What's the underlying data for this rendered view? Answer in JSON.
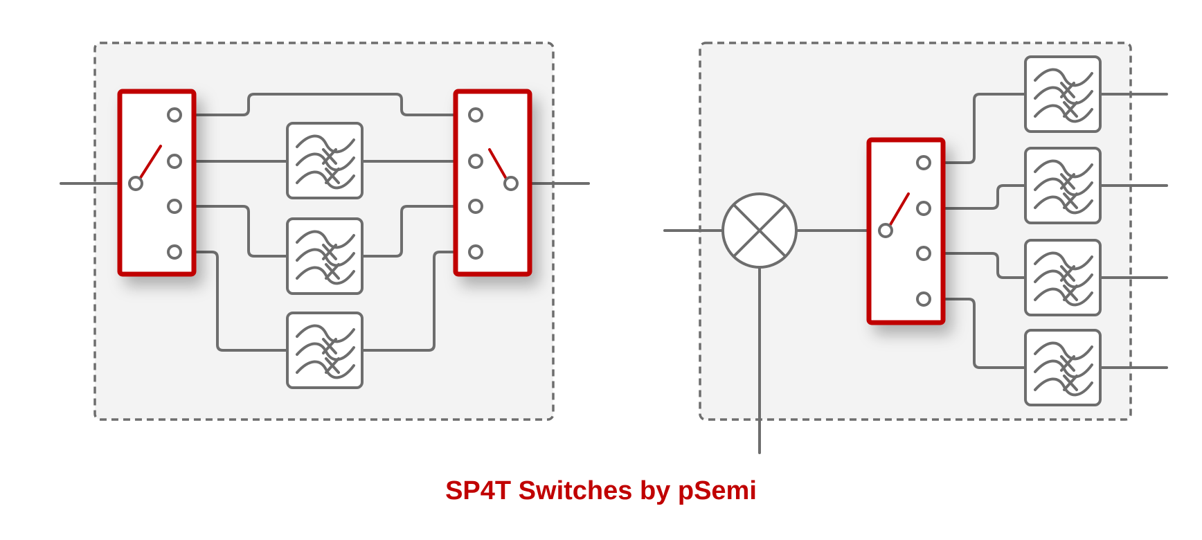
{
  "caption": "SP4T Switches by pSemi",
  "colors": {
    "accent": "#c00000",
    "line": "#6d6d6d",
    "panel": "#f3f3f3"
  },
  "diagrams": [
    {
      "name": "filter-bank",
      "components": [
        "sp4t-switch-input",
        "bandpass-filter-1",
        "bandpass-filter-2",
        "bandpass-filter-3",
        "sp4t-switch-output"
      ]
    },
    {
      "name": "mixer-filter-selection",
      "components": [
        "mixer",
        "sp4t-switch",
        "bandpass-filter-1",
        "bandpass-filter-2",
        "bandpass-filter-3",
        "bandpass-filter-4"
      ]
    }
  ]
}
